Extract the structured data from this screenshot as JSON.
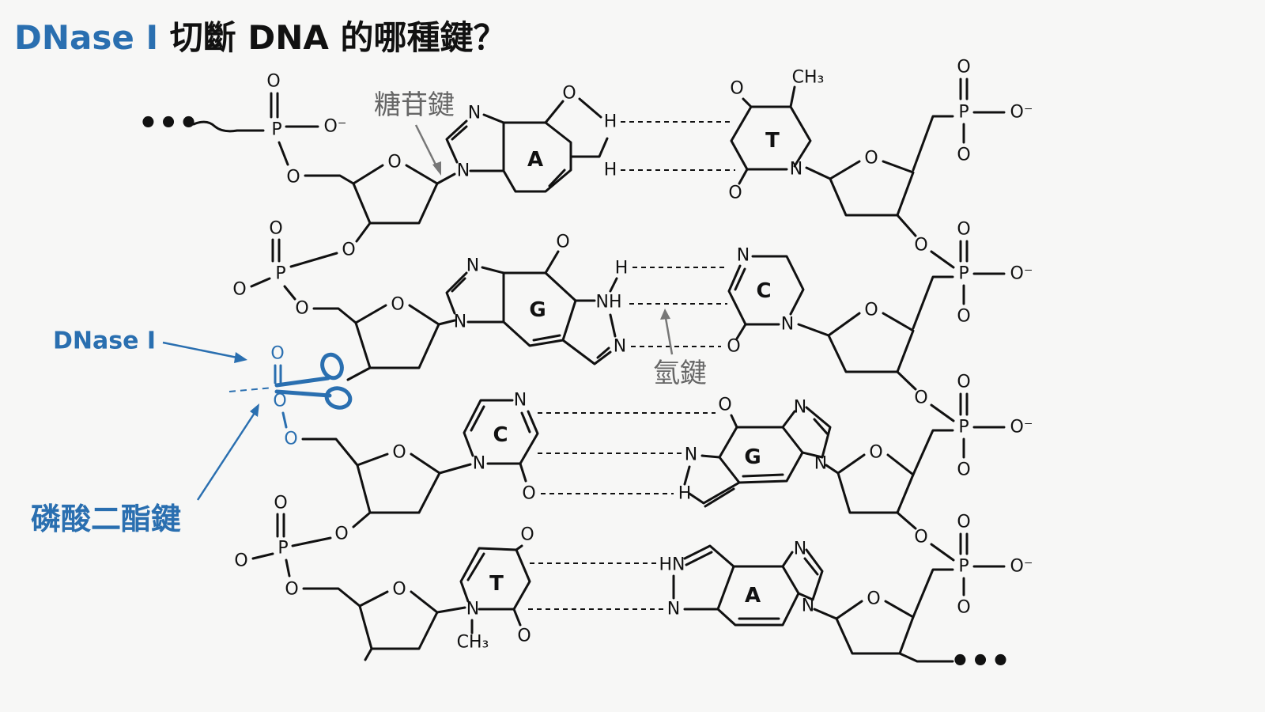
{
  "title": {
    "highlight": "DNase I",
    "rest": " 切斷 DNA 的哪種鍵？"
  },
  "labels": {
    "glycosidic_bond": "糖苷鍵",
    "hydrogen_bond": "氫鍵",
    "enzyme": "DNase I",
    "phosphodiester_bond": "磷酸二酯鍵",
    "ellipsis": "•••"
  },
  "atoms": {
    "O": "O",
    "P": "P",
    "N": "N",
    "H": "H",
    "NH": "NH",
    "HN": "HN",
    "Ominus": "O⁻",
    "CH3": "CH₃"
  },
  "base_pairs": [
    {
      "left": "A",
      "right": "T"
    },
    {
      "left": "G",
      "right": "C"
    },
    {
      "left": "C",
      "right": "G"
    },
    {
      "left": "T",
      "right": "A"
    }
  ],
  "colors": {
    "accent": "#2a6fb0",
    "annotation": "#666666",
    "ink": "#111111",
    "background": "#f7f7f6"
  }
}
